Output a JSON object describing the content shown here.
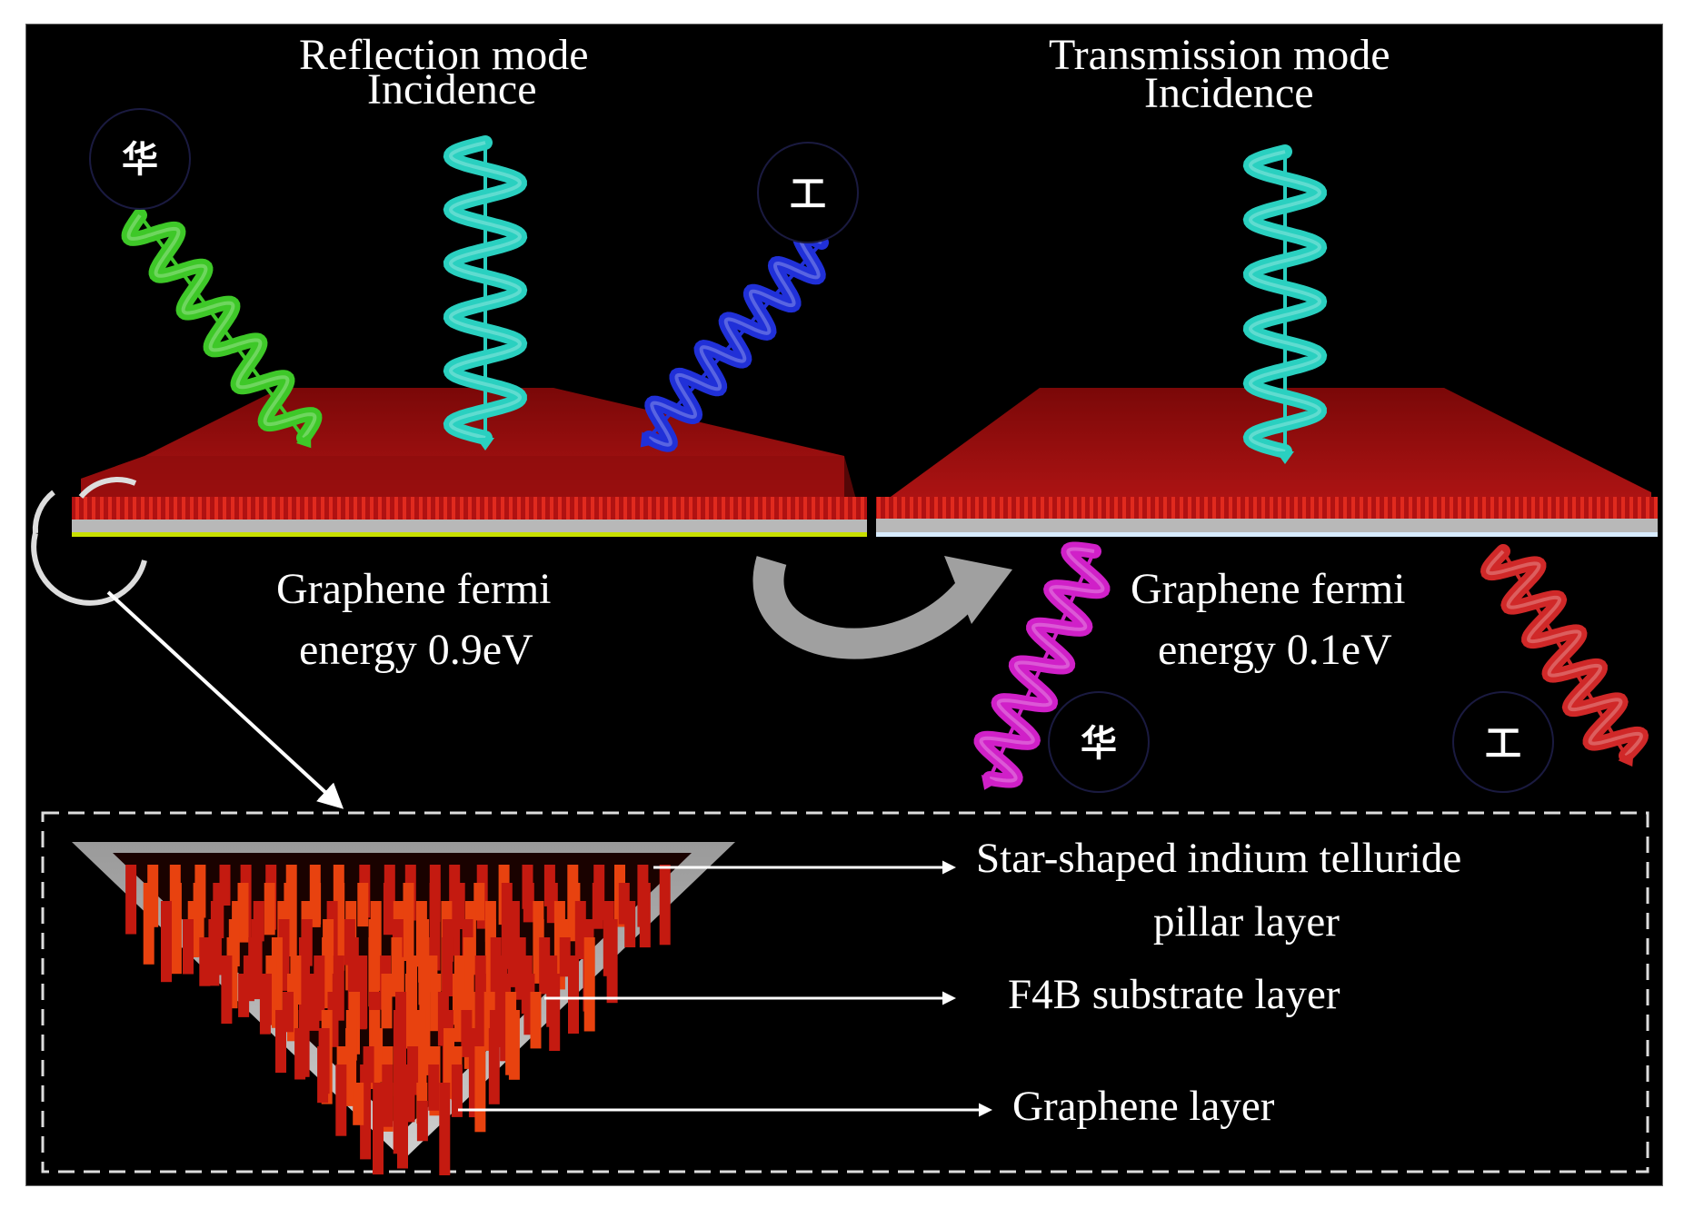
{
  "titles": {
    "reflection": "Reflection mode",
    "reflection_sub": "Incidence",
    "transmission": "Transmission mode",
    "transmission_sub": "Incidence"
  },
  "fermi": {
    "left_line1": "Graphene fermi",
    "left_line2": "energy 0.9eV",
    "right_line1": "Graphene fermi",
    "right_line2": "energy 0.1eV"
  },
  "badges": {
    "hua": "华",
    "gong": "工"
  },
  "legend": {
    "pillar_line1": "Star-shaped indium telluride",
    "pillar_line2": "pillar  layer",
    "substrate": "F4B substrate layer",
    "graphene": "Graphene layer"
  },
  "colors": {
    "background": "#000000",
    "pillar_red": "#c41a10",
    "pillar_orange": "#e8420f",
    "substrate_gray": "#b8b8b8",
    "graphene_left": "#c8e000",
    "graphene_right": "#d8ecff",
    "wave_incident": "#2ad0c0",
    "wave_green": "#3ec828",
    "wave_blue": "#2030d8",
    "wave_magenta": "#d020c8",
    "wave_red": "#d02828",
    "switch_arrow": "#a0a0a0"
  }
}
